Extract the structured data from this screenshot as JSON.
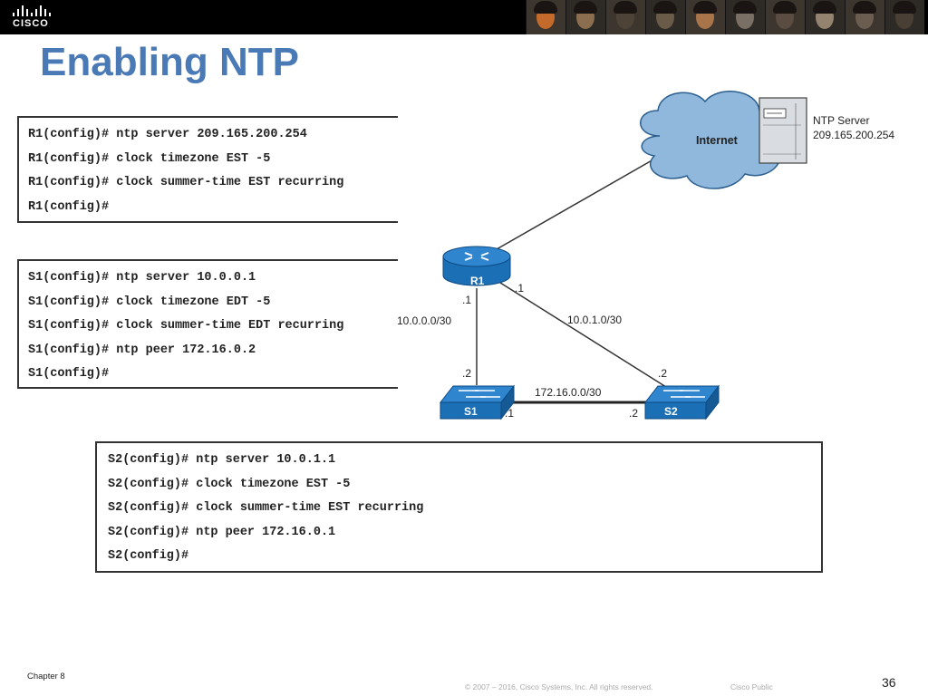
{
  "header": {
    "brand": "CISCO",
    "photo_colors": [
      "#c46a2a",
      "#8b6d4f",
      "#4d4336",
      "#6a5a48",
      "#a8744a",
      "#7a6f64",
      "#5a4c40",
      "#93836f",
      "#6b5d50",
      "#4a3f35"
    ]
  },
  "title": "Enabling NTP",
  "r1_commands": [
    "R1(config)# ntp server 209.165.200.254",
    "R1(config)# clock timezone EST -5",
    "R1(config)# clock summer-time EST recurring",
    "R1(config)#"
  ],
  "s1_commands": [
    "S1(config)# ntp server 10.0.0.1",
    "S1(config)# clock timezone EDT -5",
    "S1(config)# clock summer-time EDT recurring",
    "S1(config)# ntp peer 172.16.0.2",
    "S1(config)#"
  ],
  "s2_commands": [
    "S2(config)# ntp server 10.0.1.1",
    "S2(config)# clock timezone EST -5",
    "S2(config)# clock summer-time EST recurring",
    "S2(config)# ntp peer 172.16.0.1",
    "S2(config)#"
  ],
  "topology": {
    "internet_label": "Internet",
    "ntp_server_label": "NTP Server",
    "ntp_server_ip": "209.165.200.254",
    "r1_label": "R1",
    "s1_label": "S1",
    "s2_label": "S2",
    "r1_s1_r1_end": ".1",
    "r1_s2_r1_end": ".1",
    "net_r1_s1": "10.0.0.0/30",
    "net_r1_s2": "10.0.1.0/30",
    "s1_r1_end": ".2",
    "s2_r1_end": ".2",
    "net_s1_s2": "172.16.0.0/30",
    "s1_s2_end": ".1",
    "s2_s1_end": ".2",
    "device_color": "#1b6fb5",
    "cloud_color": "#8fb8dc"
  },
  "footer": {
    "chapter": "Chapter 8",
    "copyright": "© 2007 – 2016, Cisco Systems, Inc. All rights reserved.",
    "classification": "Cisco Public",
    "page": "36"
  }
}
